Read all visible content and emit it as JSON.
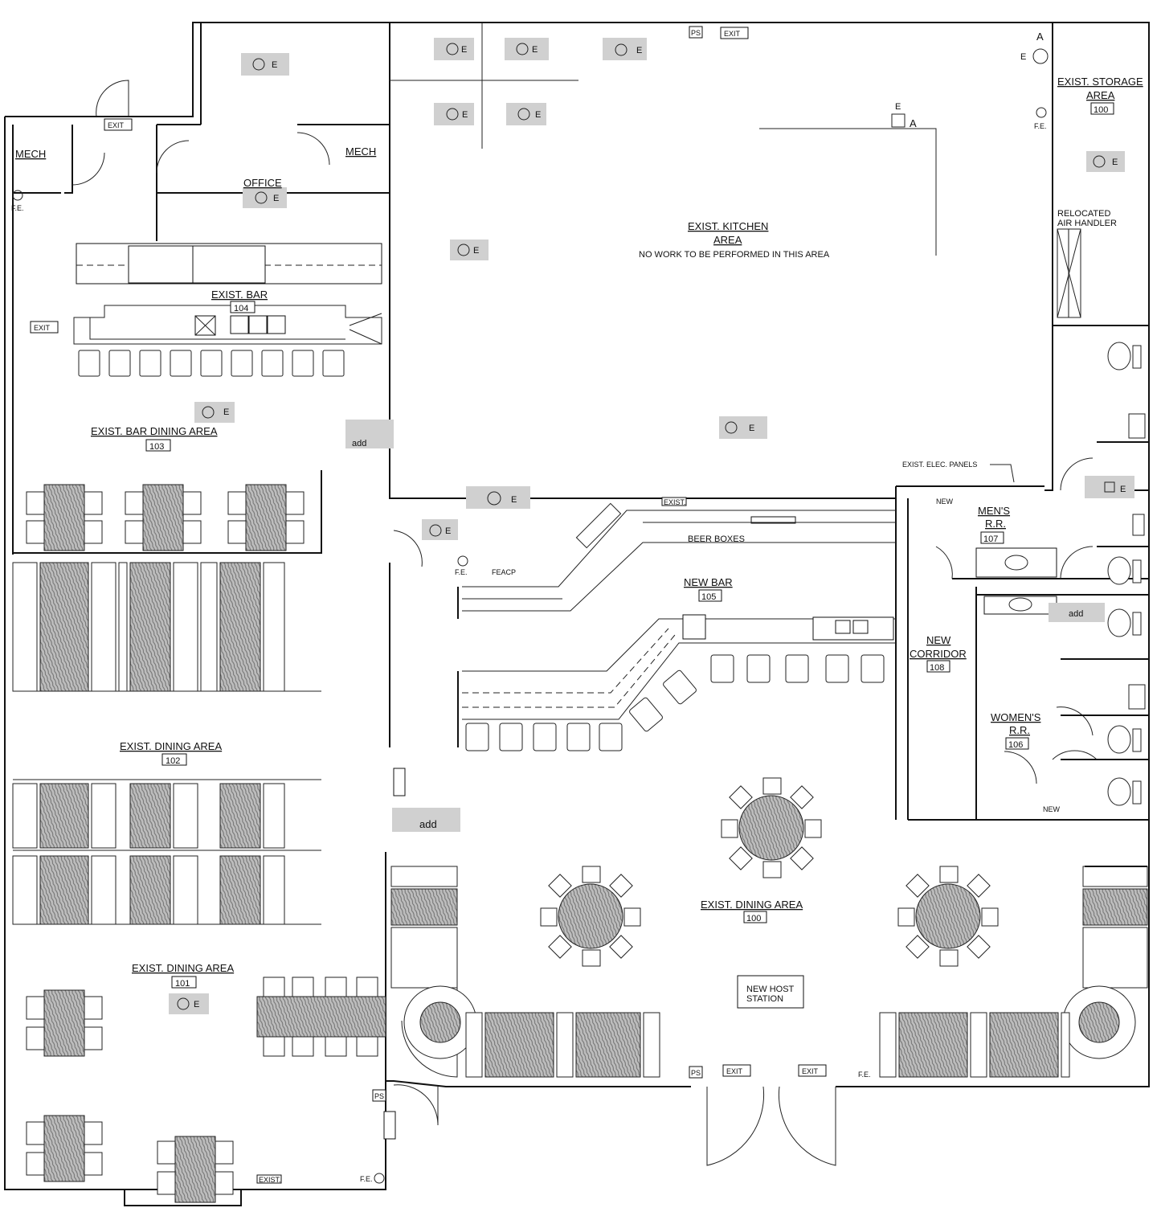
{
  "rooms": {
    "mech_left": "MECH",
    "mech_right": "MECH",
    "office": "OFFICE",
    "kitchen_title": "EXIST. KITCHEN",
    "kitchen_sub": "AREA",
    "kitchen_note": "NO WORK TO BE PERFORMED IN THIS AREA",
    "storage_title": "EXIST. STORAGE",
    "storage_sub": "AREA",
    "storage_num": "100",
    "relocated_1": "RELOCATED",
    "relocated_2": "AIR HANDLER",
    "bar_title": "EXIST. BAR",
    "bar_num": "104",
    "bar_dining_title": "EXIST. BAR DINING AREA",
    "bar_dining_num": "103",
    "dining102_title": "EXIST. DINING AREA",
    "dining102_num": "102",
    "dining101_title": "EXIST. DINING AREA",
    "dining101_num": "101",
    "new_bar_title": "NEW BAR",
    "new_bar_num": "105",
    "beer_boxes": "BEER BOXES",
    "mens_title": "MEN'S",
    "mens_sub": "R.R.",
    "mens_num": "107",
    "womens_title": "WOMEN'S",
    "womens_sub": "R.R.",
    "womens_num": "106",
    "corridor_title": "NEW",
    "corridor_sub": "CORRIDOR",
    "corridor_num": "108",
    "dining100_title": "EXIST. DINING AREA",
    "dining100_num": "100",
    "host_1": "NEW HOST",
    "host_2": "STATION",
    "elec_panels": "EXIST. ELEC. PANELS"
  },
  "tags": {
    "exit": "EXIT",
    "exist": "EXIST.",
    "fe": "F.E.",
    "ps": "PS",
    "e": "E",
    "a": "A",
    "add": "add",
    "new": "NEW",
    "feacp": "FEACP"
  }
}
